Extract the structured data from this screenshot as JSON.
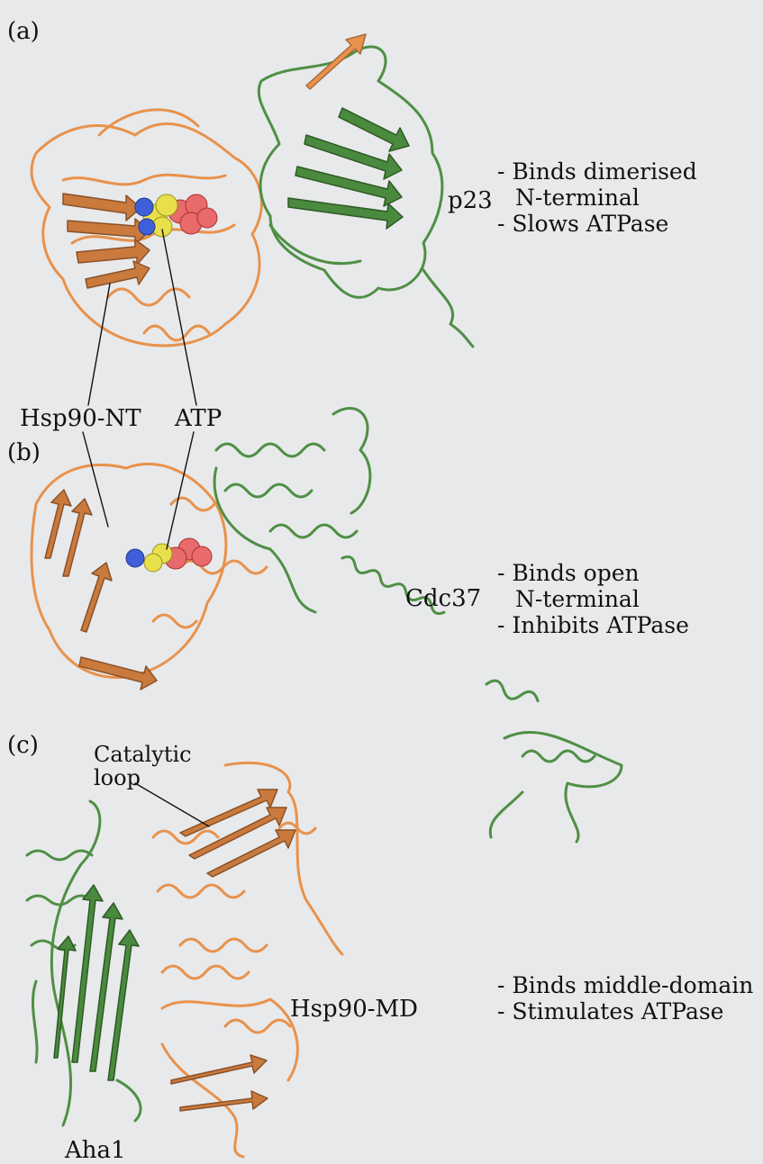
{
  "panels": [
    {
      "id": "a",
      "letter": "(a)",
      "partner": "p23",
      "notes": [
        "- Binds dimerised",
        "N-terminal",
        "- Slows ATPase"
      ]
    },
    {
      "id": "b",
      "letter": "(b)",
      "partner": "Cdc37",
      "notes": [
        "- Binds open",
        "N-terminal",
        "- Inhibits ATPase"
      ]
    },
    {
      "id": "c",
      "letter": "(c)",
      "partner": "Aha1",
      "domain_label": "Hsp90-MD",
      "loop_label": [
        "Catalytic",
        "loop"
      ],
      "notes": [
        "- Binds middle-domain",
        "- Stimulates ATPase"
      ]
    }
  ],
  "shared_labels": {
    "hsp90_nt": "Hsp90-NT",
    "atp": "ATP"
  },
  "colors": {
    "hsp90": "#e8924c",
    "hsp90_dark": "#a86a3a",
    "partner": "#4f8f45",
    "atp_carbon": "#e8e04a",
    "atp_oxygen": "#e86a6a",
    "atp_nitrogen": "#3f5fd8",
    "background": "#e8e9eb"
  }
}
